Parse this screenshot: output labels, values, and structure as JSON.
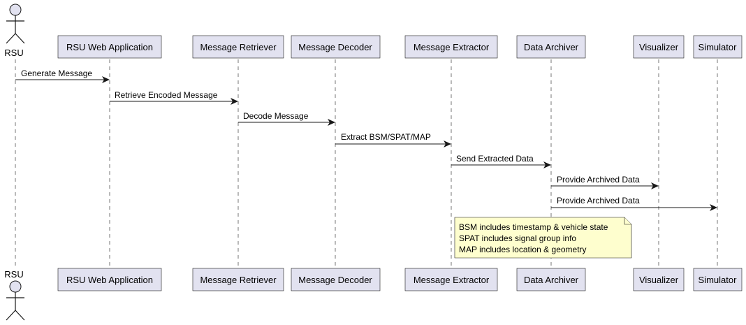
{
  "actor": {
    "label": "RSU"
  },
  "participants": [
    "RSU Web Application",
    "Message Retriever",
    "Message Decoder",
    "Message Extractor",
    "Data Archiver",
    "Visualizer",
    "Simulator"
  ],
  "messages": [
    "Generate Message",
    "Retrieve Encoded Message",
    "Decode Message",
    "Extract BSM/SPAT/MAP",
    "Send Extracted Data",
    "Provide Archived Data",
    "Provide Archived Data"
  ],
  "note": {
    "lines": [
      "BSM includes timestamp & vehicle state",
      "SPAT includes signal group info",
      "MAP includes location & geometry"
    ]
  }
}
